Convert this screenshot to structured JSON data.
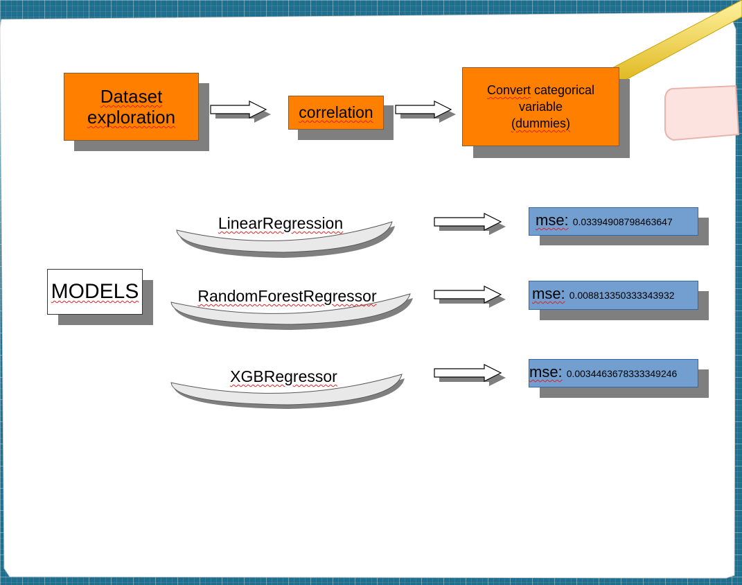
{
  "pipeline": {
    "step1": [
      "Dataset",
      "exploration"
    ],
    "step2": "correlation",
    "step3": [
      "Convert categorical",
      "variable",
      "(dummies)"
    ]
  },
  "models_label": "MODELS",
  "models": [
    {
      "name": "LinearRegression",
      "mse_label": "mse:",
      "mse_value": "0.03394908798463647"
    },
    {
      "name": "RandomForestRegressor",
      "mse_label": "mse:",
      "mse_value": "0.008813350333343932"
    },
    {
      "name": "XGBRegressor",
      "mse_label": "mse:",
      "mse_value": "0.0034463678333349246"
    }
  ],
  "colors": {
    "orange": "#ff8000",
    "blue": "#729fcf",
    "background": "#1f6f8f"
  }
}
